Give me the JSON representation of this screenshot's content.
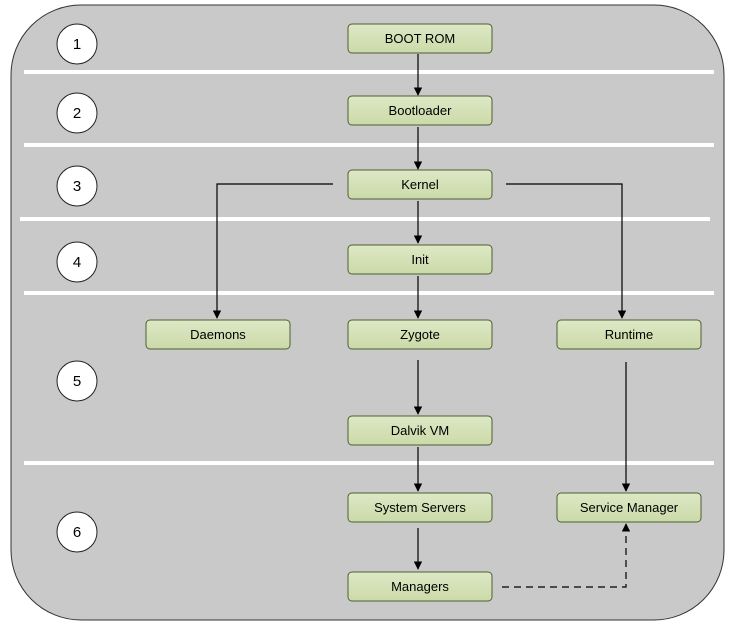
{
  "stages": [
    {
      "number": "1"
    },
    {
      "number": "2"
    },
    {
      "number": "3"
    },
    {
      "number": "4"
    },
    {
      "number": "5"
    },
    {
      "number": "6"
    }
  ],
  "boxes": {
    "boot_rom": "BOOT ROM",
    "bootloader": "Bootloader",
    "kernel": "Kernel",
    "init": "Init",
    "daemons": "Daemons",
    "zygote": "Zygote",
    "runtime": "Runtime",
    "dalvik_vm": "Dalvik VM",
    "system_servers": "System Servers",
    "service_manager": "Service Manager",
    "managers": "Managers"
  },
  "colors": {
    "panel_fill": "#c8c8c8",
    "box_fill": "#d6e3bc",
    "box_border": "#5b6b3a",
    "separator": "#ffffff"
  }
}
